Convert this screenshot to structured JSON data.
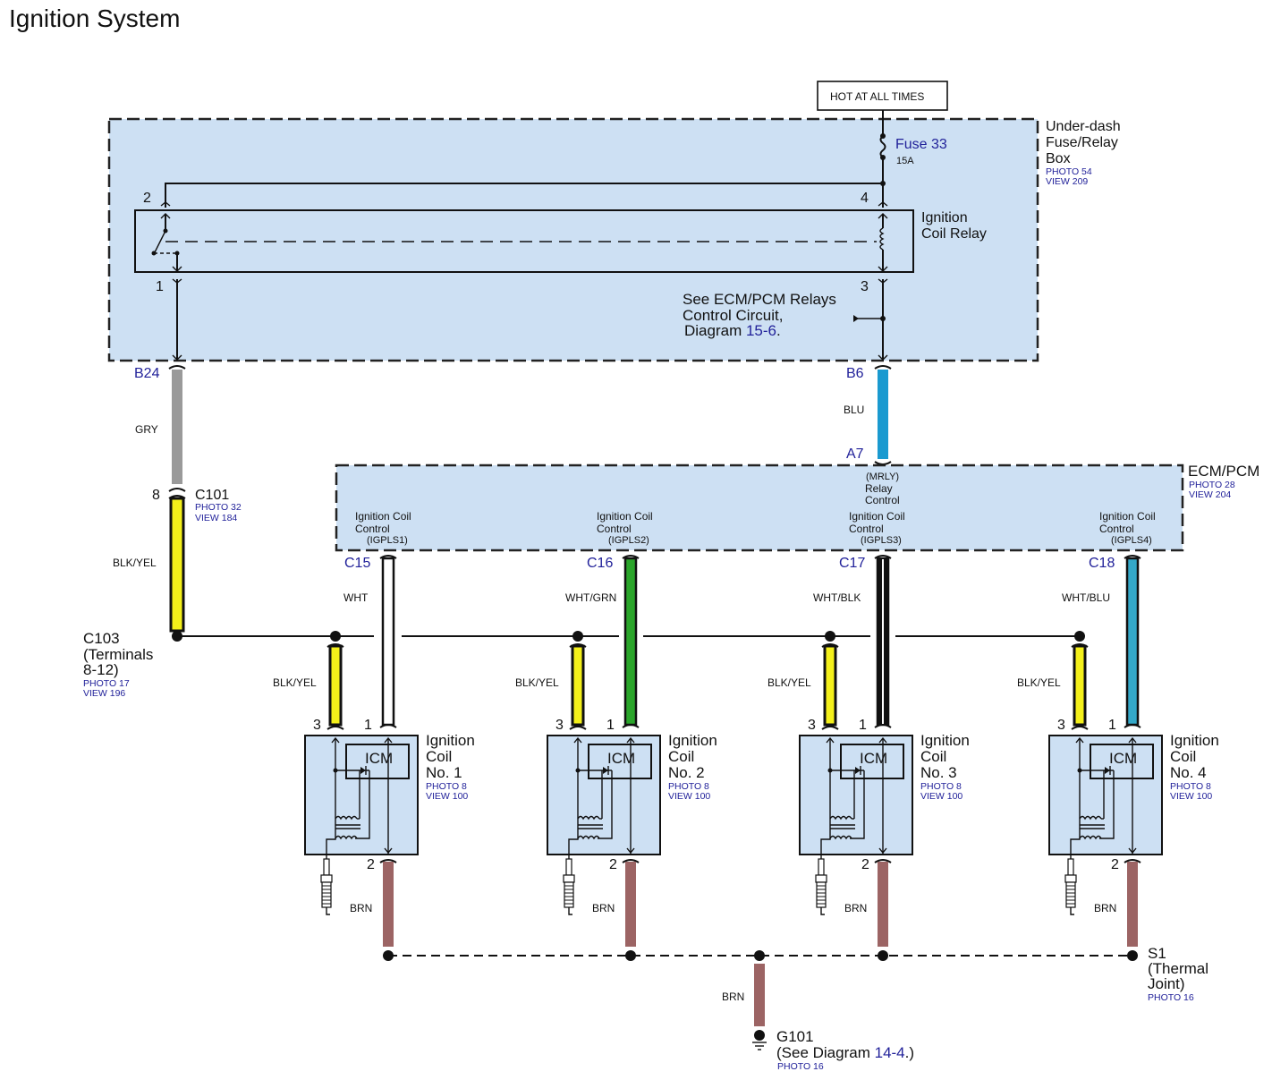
{
  "title": "Ignition System",
  "power": {
    "label": "HOT AT ALL TIMES"
  },
  "fuse_box": {
    "name_line1": "Under-dash",
    "name_line2": "Fuse/Relay",
    "name_line3": "Box",
    "photo": "PHOTO 54",
    "view": "VIEW 209",
    "fuse_label": "Fuse 33",
    "fuse_rating": "15A",
    "relay_line1": "Ignition",
    "relay_line2": "Coil Relay",
    "relay_pins": {
      "p1": "1",
      "p2": "2",
      "p3": "3",
      "p4": "4"
    },
    "see_line1": "See ECM/PCM Relays",
    "see_line2": "Control Circuit,",
    "see_line3_prefix": "Diagram ",
    "see_link": "15-6",
    "see_suffix": "."
  },
  "wires_top": {
    "left_conn": "B24",
    "left_color": "GRY",
    "right_conn": "B6",
    "right_color": "BLU",
    "right_dest": "A7"
  },
  "c101": {
    "pin": "8",
    "name": "C101",
    "photo": "PHOTO 32",
    "view": "VIEW 184",
    "color": "BLK/YEL"
  },
  "c103": {
    "name": "C103",
    "line2": "(Terminals",
    "line3": "8-12)",
    "photo": "PHOTO 17",
    "view": "VIEW 196"
  },
  "ecm": {
    "name": "ECM/PCM",
    "photo": "PHOTO 28",
    "view": "VIEW 204",
    "relay_ctrl_line1": "(MRLY)",
    "relay_ctrl_line2": "Relay",
    "relay_ctrl_line3": "Control",
    "outputs": [
      {
        "line1": "Ignition Coil",
        "line2": "Control",
        "code": "(IGPLS1)",
        "conn": "C15",
        "wire": "WHT"
      },
      {
        "line1": "Ignition Coil",
        "line2": "Control",
        "code": "(IGPLS2)",
        "conn": "C16",
        "wire": "WHT/GRN"
      },
      {
        "line1": "Ignition Coil",
        "line2": "Control",
        "code": "(IGPLS3)",
        "conn": "C17",
        "wire": "WHT/BLK"
      },
      {
        "line1": "Ignition Coil",
        "line2": "Control",
        "code": "(IGPLS4)",
        "conn": "C18",
        "wire": "WHT/BLU"
      }
    ]
  },
  "coils": [
    {
      "line1": "Ignition",
      "line2": "Coil",
      "line3": "No. 1",
      "photo": "PHOTO 8",
      "view": "VIEW 100",
      "module": "ICM",
      "pin_power": "3",
      "pin_ctrl": "1",
      "pin_gnd": "2",
      "power_wire": "BLK/YEL",
      "gnd_wire": "BRN"
    },
    {
      "line1": "Ignition",
      "line2": "Coil",
      "line3": "No. 2",
      "photo": "PHOTO 8",
      "view": "VIEW 100",
      "module": "ICM",
      "pin_power": "3",
      "pin_ctrl": "1",
      "pin_gnd": "2",
      "power_wire": "BLK/YEL",
      "gnd_wire": "BRN"
    },
    {
      "line1": "Ignition",
      "line2": "Coil",
      "line3": "No. 3",
      "photo": "PHOTO 8",
      "view": "VIEW 100",
      "module": "ICM",
      "pin_power": "3",
      "pin_ctrl": "1",
      "pin_gnd": "2",
      "power_wire": "BLK/YEL",
      "gnd_wire": "BRN"
    },
    {
      "line1": "Ignition",
      "line2": "Coil",
      "line3": "No. 4",
      "photo": "PHOTO 8",
      "view": "VIEW 100",
      "module": "ICM",
      "pin_power": "3",
      "pin_ctrl": "1",
      "pin_gnd": "2",
      "power_wire": "BLK/YEL",
      "gnd_wire": "BRN"
    }
  ],
  "s1": {
    "name": "S1",
    "line2": "(Thermal",
    "line3": "Joint)",
    "photo": "PHOTO 16"
  },
  "g101": {
    "name": "G101",
    "see_prefix": "(See Diagram ",
    "see_link": "14-4",
    "see_suffix": ".)",
    "photo": "PHOTO 16",
    "wire": "BRN"
  },
  "colors": {
    "panel": "#cde0f3",
    "gry": "#9a9a9a",
    "blu": "#1a9ad0",
    "yel": "#f4f01a",
    "grn": "#2aa52a",
    "wht_blu": "#34a8c8",
    "brn": "#9c6464",
    "ref_blue": "#22229a"
  }
}
